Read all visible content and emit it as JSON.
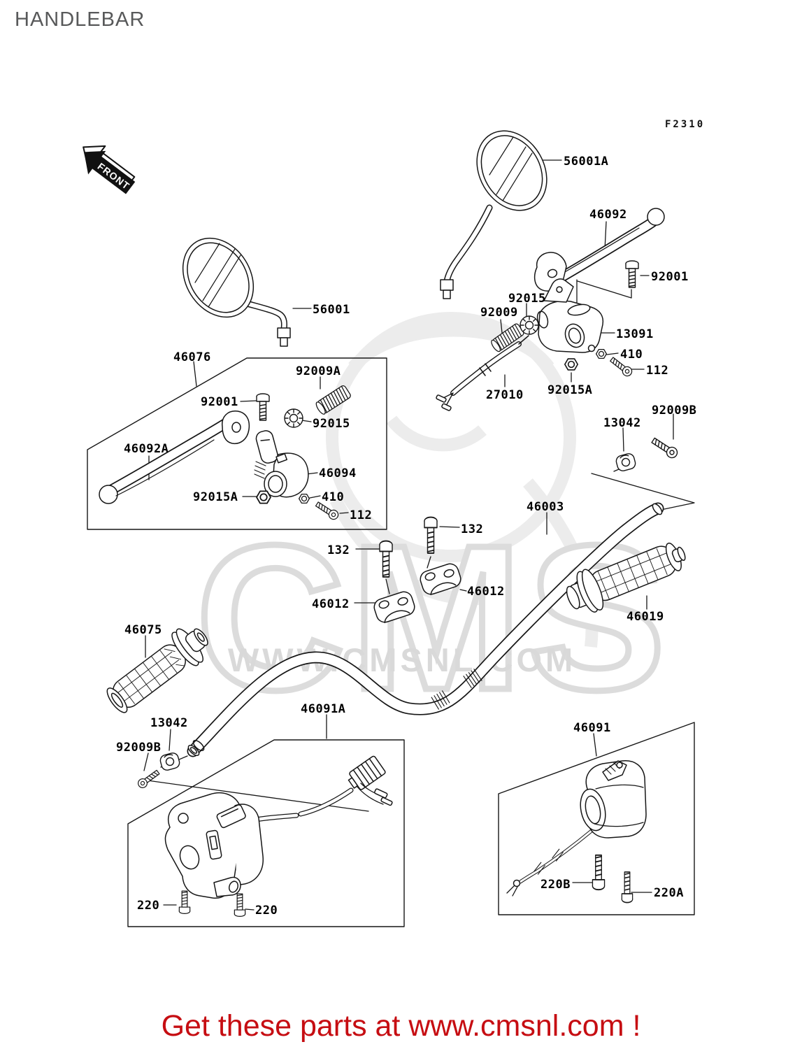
{
  "page": {
    "title": "HANDLEBAR",
    "figure_code": "F2310",
    "front_marker": "FRONT",
    "footer": "Get these parts at www.cmsnl.com !"
  },
  "watermark": {
    "brand": "CMS",
    "url_text": "WWW.CMSNL.COM"
  },
  "colors": {
    "line_art": "#161616",
    "label_text": "#000000",
    "title_text": "#58595a",
    "footer_red": "#c60d12",
    "watermark_gray": "#dcdcdc",
    "background": "#ffffff"
  },
  "part_labels": [
    {
      "text": "56001A"
    },
    {
      "text": "46092"
    },
    {
      "text": "92001"
    },
    {
      "text": "92015"
    },
    {
      "text": "92009"
    },
    {
      "text": "13091"
    },
    {
      "text": "410"
    },
    {
      "text": "112"
    },
    {
      "text": "92015A"
    },
    {
      "text": "27010"
    },
    {
      "text": "92009B"
    },
    {
      "text": "13042"
    },
    {
      "text": "56001"
    },
    {
      "text": "46076"
    },
    {
      "text": "92009A"
    },
    {
      "text": "92001"
    },
    {
      "text": "92015"
    },
    {
      "text": "46092A"
    },
    {
      "text": "46094"
    },
    {
      "text": "92015A"
    },
    {
      "text": "410"
    },
    {
      "text": "112"
    },
    {
      "text": "46003"
    },
    {
      "text": "132"
    },
    {
      "text": "132"
    },
    {
      "text": "46012"
    },
    {
      "text": "46012"
    },
    {
      "text": "46019"
    },
    {
      "text": "46075"
    },
    {
      "text": "46091A"
    },
    {
      "text": "13042"
    },
    {
      "text": "92009B"
    },
    {
      "text": "46091"
    },
    {
      "text": "220"
    },
    {
      "text": "220"
    },
    {
      "text": "220B"
    },
    {
      "text": "220A"
    }
  ]
}
